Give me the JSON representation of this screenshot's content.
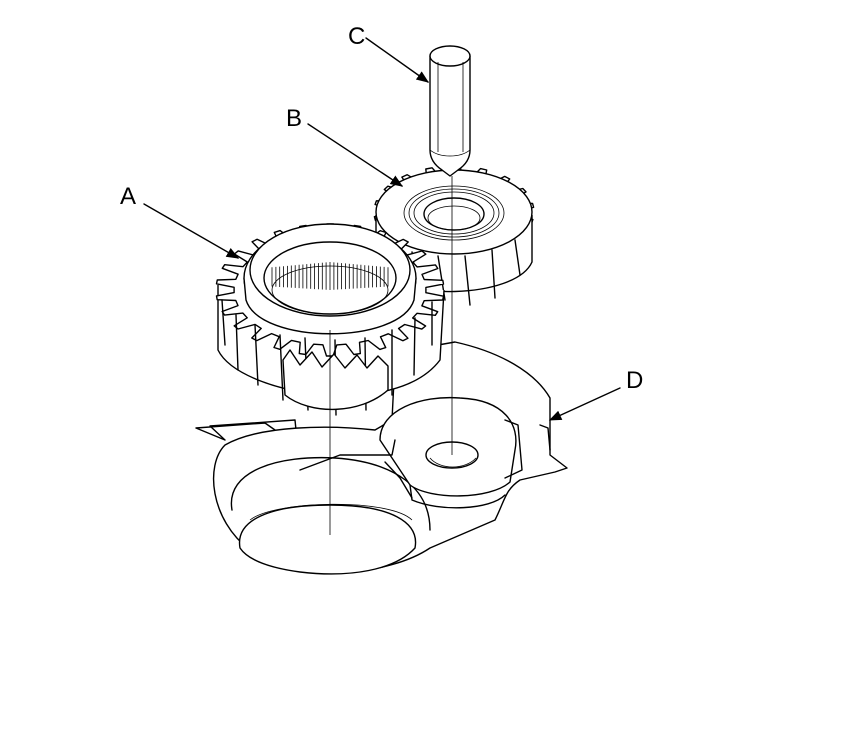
{
  "diagram": {
    "callouts": {
      "a": "A",
      "b": "B",
      "c": "C",
      "d": "D"
    },
    "colors": {
      "line": "#000000",
      "background": "#ffffff"
    }
  }
}
